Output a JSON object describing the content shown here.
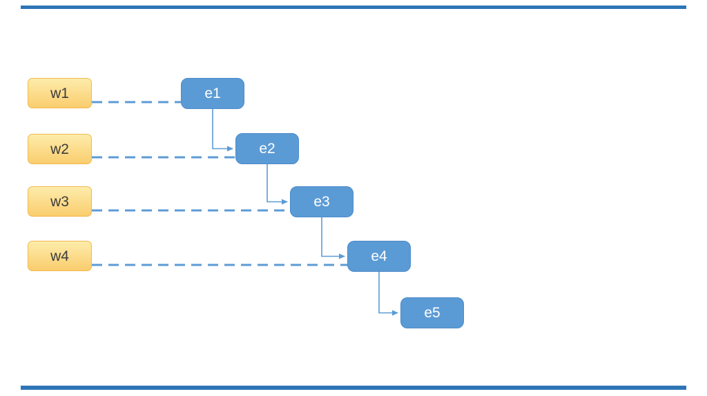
{
  "slide": {
    "workers": [
      {
        "label": "w1"
      },
      {
        "label": "w2"
      },
      {
        "label": "w3"
      },
      {
        "label": "w4"
      }
    ],
    "events": [
      {
        "label": "e1"
      },
      {
        "label": "e2"
      },
      {
        "label": "e3"
      },
      {
        "label": "e4"
      },
      {
        "label": "e5"
      }
    ],
    "dashed_links": [
      {
        "from": "w1",
        "to": "e1"
      },
      {
        "from": "w2",
        "to": "e2"
      },
      {
        "from": "w3",
        "to": "e3"
      },
      {
        "from": "w4",
        "to": "e4"
      }
    ],
    "arrows": [
      {
        "from": "e1",
        "to": "e2"
      },
      {
        "from": "e2",
        "to": "e3"
      },
      {
        "from": "e3",
        "to": "e4"
      },
      {
        "from": "e4",
        "to": "e5"
      }
    ],
    "colors": {
      "accent_bar": "#2E75B6",
      "worker_fill_top": "#FDECAB",
      "worker_fill_bottom": "#FACD6E",
      "worker_border": "#F2B84C",
      "worker_text": "#3B3B3B",
      "event_fill": "#5B9BD5",
      "event_border": "#4A89C8",
      "event_text": "#FFFFFF",
      "connector": "#5B9BD5"
    }
  }
}
